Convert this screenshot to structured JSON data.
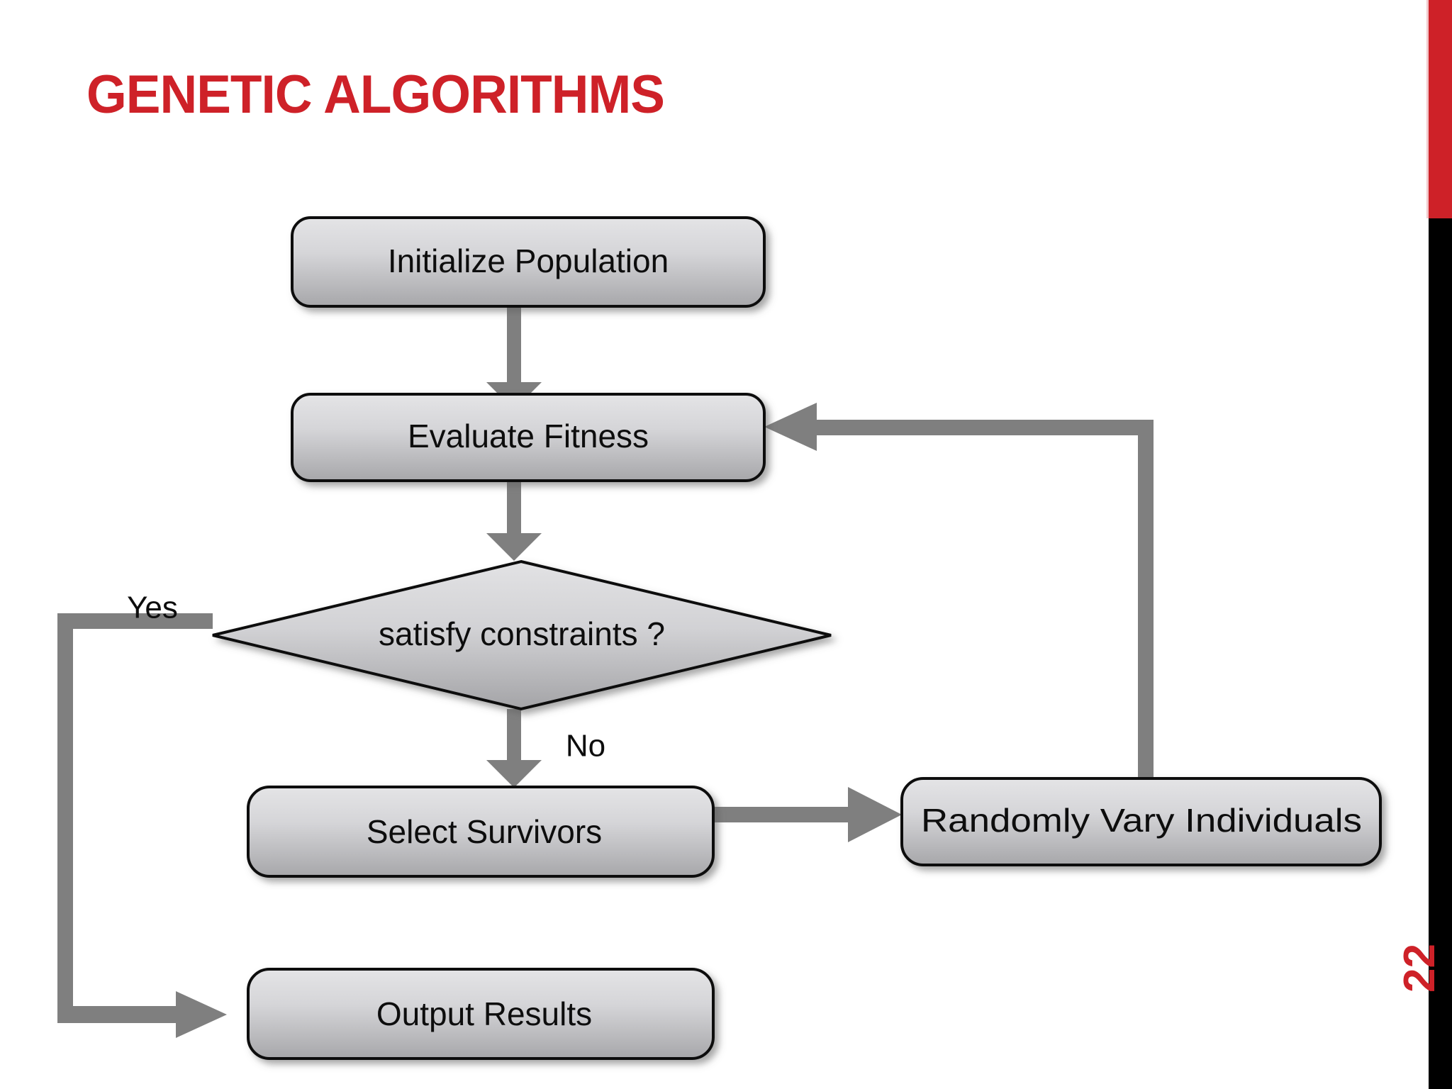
{
  "slide": {
    "title": "GENETIC ALGORITHMS",
    "page_number": "22",
    "accent_color": "#CE2128",
    "edge_bar_top_color": "#CE2128",
    "edge_bar_bottom_color": "#000000",
    "background_color": "#FFFFFF"
  },
  "chart_data": {
    "type": "diagram",
    "title": "GENETIC ALGORITHMS",
    "diagram_kind": "flowchart",
    "node_fill_top": "#E0E0E0",
    "node_fill_bottom": "#A9A9A9",
    "node_border": "#0B0B0B",
    "connector_color": "#7F7F7F",
    "nodes": [
      {
        "id": "initialize",
        "label": "Initialize Population",
        "shape": "rounded-rect"
      },
      {
        "id": "evaluate",
        "label": "Evaluate Fitness",
        "shape": "rounded-rect"
      },
      {
        "id": "decision",
        "label": "satisfy constraints ?",
        "shape": "diamond"
      },
      {
        "id": "select",
        "label": "Select Survivors",
        "shape": "rounded-rect"
      },
      {
        "id": "vary",
        "label": "Randomly Vary Individuals",
        "shape": "rounded-rect"
      },
      {
        "id": "output",
        "label": "Output Results",
        "shape": "rounded-rect"
      }
    ],
    "edges": [
      {
        "from": "initialize",
        "to": "evaluate",
        "label": ""
      },
      {
        "from": "evaluate",
        "to": "decision",
        "label": ""
      },
      {
        "from": "decision",
        "to": "output",
        "label": "Yes"
      },
      {
        "from": "decision",
        "to": "select",
        "label": "No"
      },
      {
        "from": "select",
        "to": "vary",
        "label": ""
      },
      {
        "from": "vary",
        "to": "evaluate",
        "label": ""
      }
    ],
    "branch_labels": {
      "yes": "Yes",
      "no": "No"
    }
  },
  "nodes": {
    "initialize": "Initialize Population",
    "evaluate": "Evaluate Fitness",
    "decision": "satisfy constraints ?",
    "select": "Select Survivors",
    "vary": "Randomly Vary Individuals",
    "output": "Output Results"
  },
  "labels": {
    "yes": "Yes",
    "no": "No"
  }
}
